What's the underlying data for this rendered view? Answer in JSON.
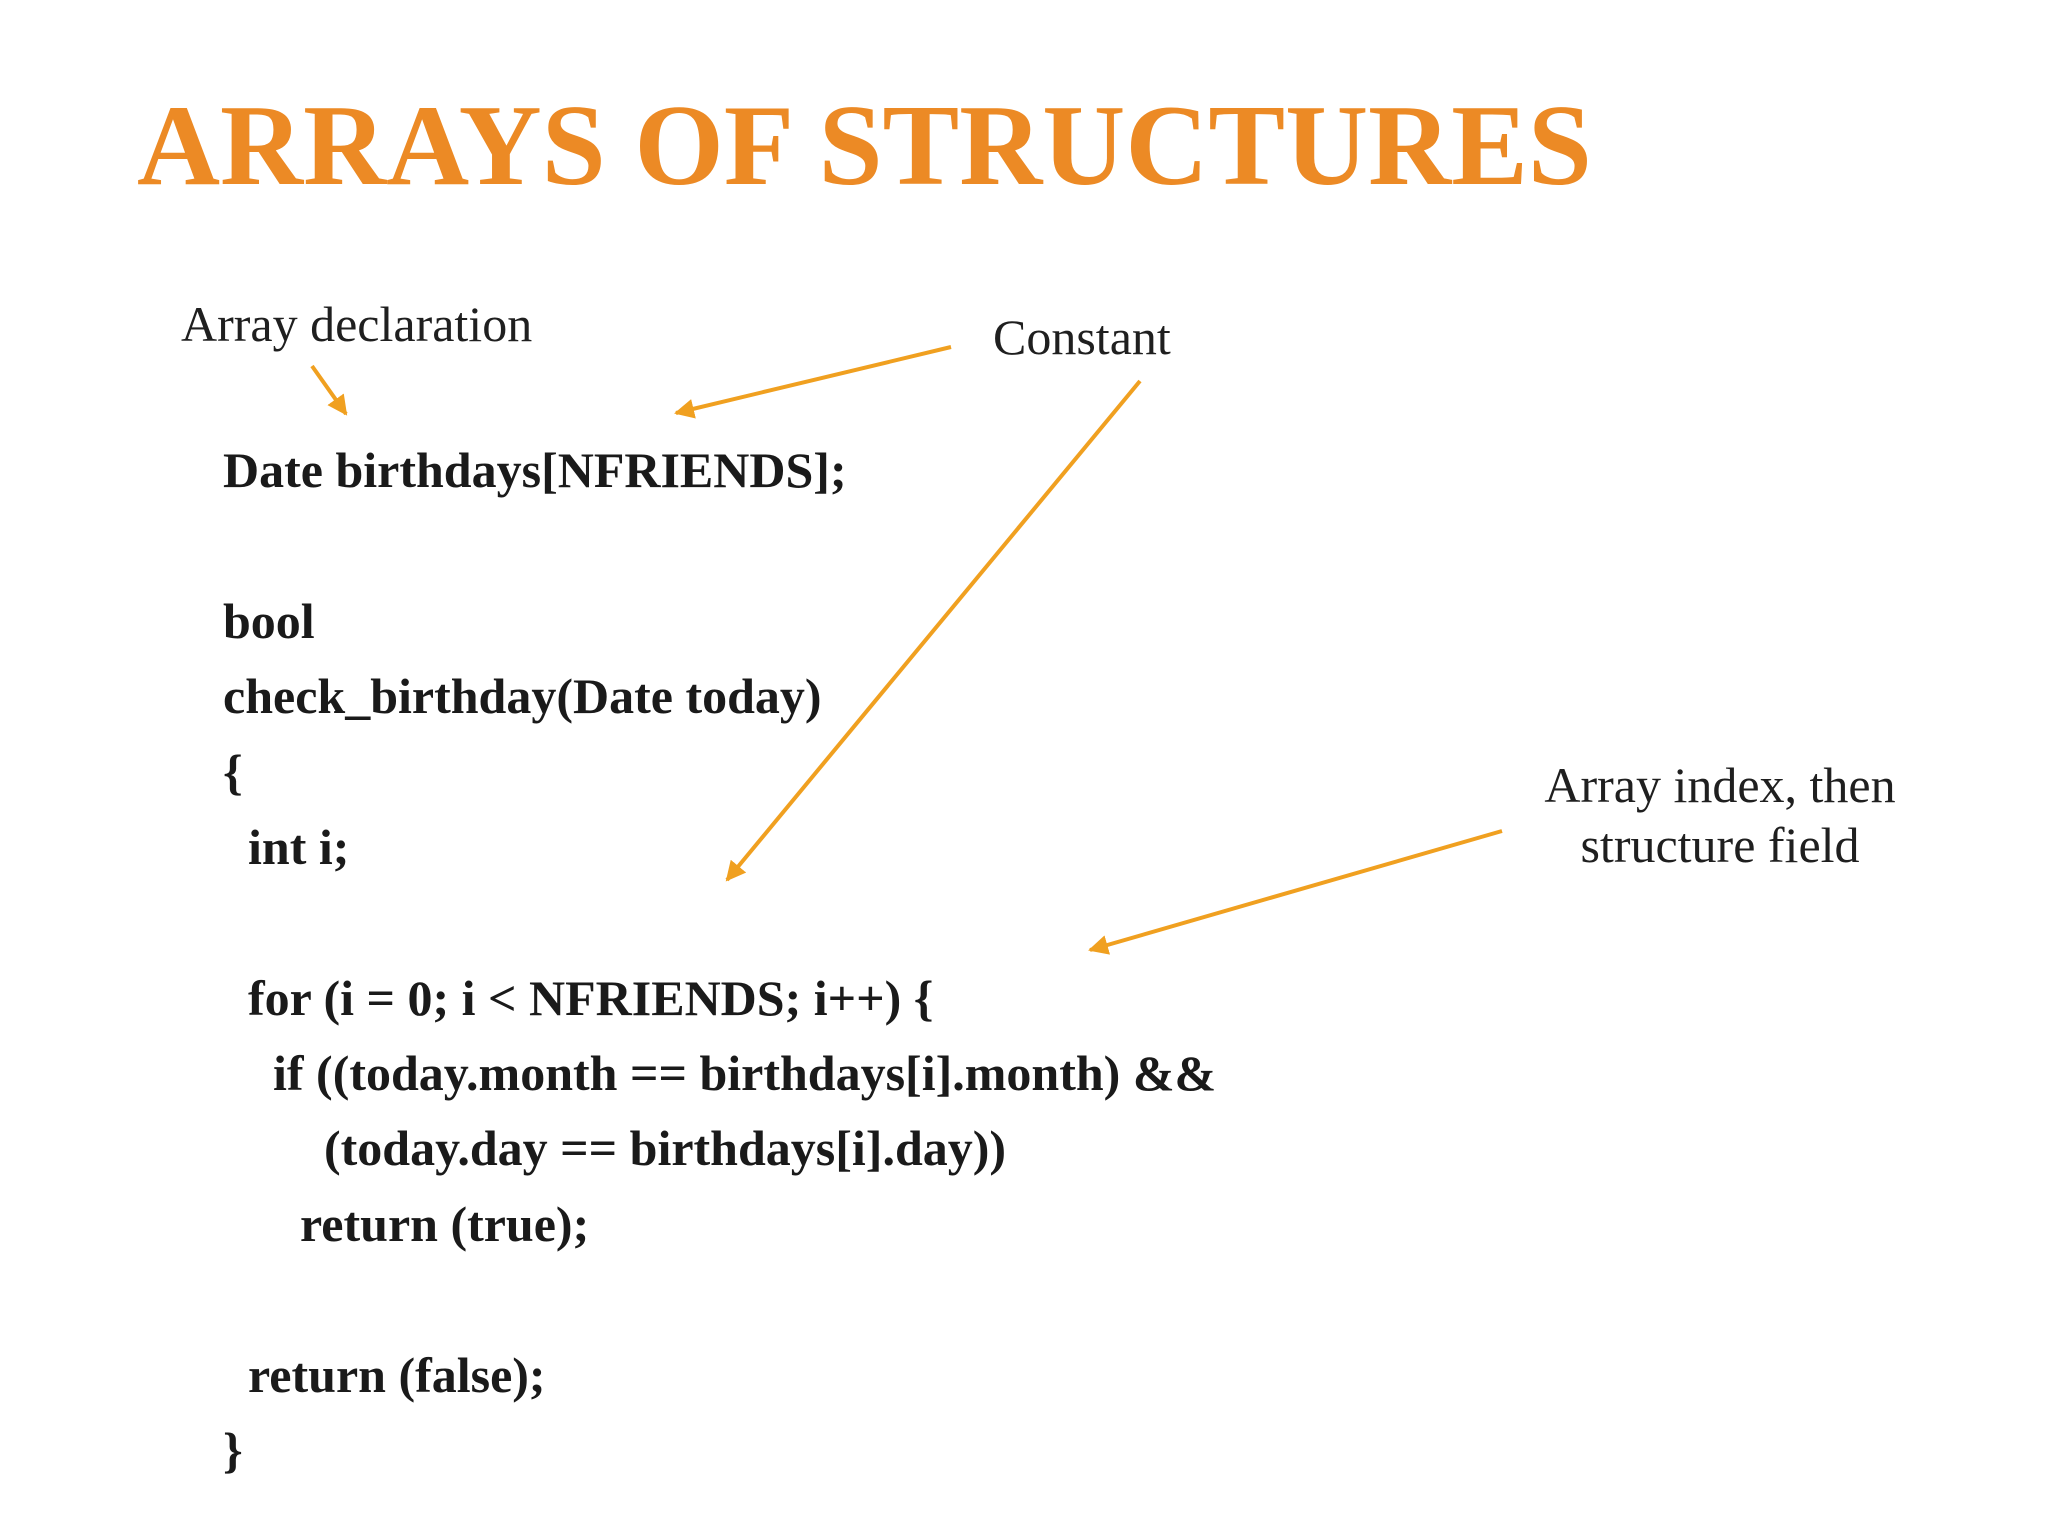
{
  "slide": {
    "title": "ARRAYS OF STRUCTURES",
    "annotations": {
      "array_declaration": "Array declaration",
      "constant": "Constant",
      "array_index_line1": "Array index, then",
      "array_index_line2": "structure field"
    },
    "code_lines": [
      "Date birthdays[NFRIENDS];",
      "bool",
      "check_birthday(Date today)",
      "{",
      "int i;",
      "for (i = 0; i < NFRIENDS; i++) {",
      "if ((today.month == birthdays[i].month) &&",
      "(today.day == birthdays[i].day))",
      "return (true);",
      "return (false);",
      "}"
    ],
    "colors": {
      "title": "#ec8a25",
      "arrow": "#f0a020",
      "text": "#1a1a1a"
    }
  }
}
